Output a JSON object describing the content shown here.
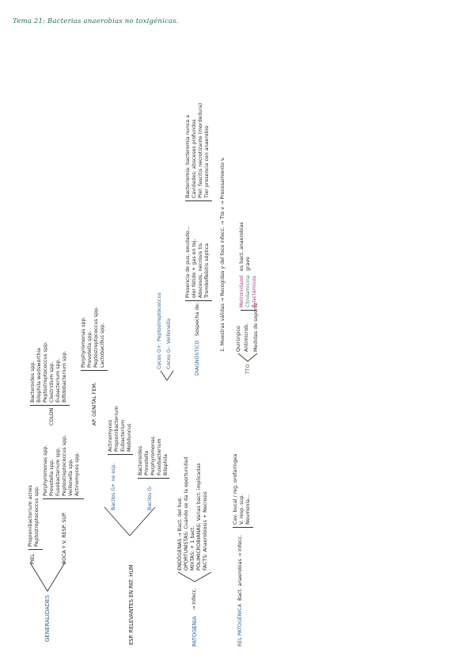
{
  "doc": {
    "title": "Tema 21: Bacterias anaerobias no toxigénicas.",
    "gen": {
      "label": "GENERALIDADES",
      "piel": "PIEL",
      "piel_items": [
        "Propionibacterium acnes",
        "Peptostreptococcus spp."
      ],
      "boca": "BOCA Y V. RESP. SUP.",
      "boca_items": [
        "Porphyromonas spp.",
        "Prevotella spp.",
        "Fusobacterium spp.",
        "Peptostreptococcus spp.",
        "Veillonella spp.",
        "Actinomyces spp."
      ],
      "colon": "COLON",
      "colon_items": [
        "Bacteroides spp.",
        "Bilophila wadsworthia",
        "Peptostreptococcus spp.",
        "Clostridium spp.",
        "Eubacterium spp.",
        "Bifidobacterium spp."
      ],
      "ap_genital": "AP. GENITAL FEM.",
      "ap_items": [
        "Porphyromonas spp.",
        "Prevotella spp.",
        "Peptostreptococcus spp.",
        "Lactobacillus spp."
      ]
    },
    "esp": {
      "label": "ESP. RELEVANTES EN PAT. HUM",
      "bacilos_pos": "Bacilos G+ no esp.",
      "bacilos_pos_items": [
        "Actinomyces",
        "Propionibacterium",
        "Eubacterium",
        "Mobiluncus"
      ],
      "bacilos_neg": "Bacilos G-",
      "bacilos_neg_items": [
        "Bacteroides",
        "Prevotella",
        "Porphyromonas",
        "Fusobacterium",
        "Bilophila"
      ],
      "cocos_pos": "Cocos G+: Peptostreptococcus",
      "cocos_neg": "Cocos G-: Veillonella"
    },
    "pat": {
      "label": "PATOGENIA",
      "arrow": "→ Infecc.",
      "items": [
        "ENDÓGENAS → Bact. del hué.",
        "OPORTUNISTAS: Cuando se da la oportunidad",
        "MIXTAS: + 1 bact.",
        "POLIMICROBIANAS: Varias bact. implicadas",
        "FACTS: Anaerobiosis + Necrosis"
      ],
      "diag_label": "DIAGNÓSTICO",
      "diag_text": "Sospecha de:",
      "diag_items": [
        "Presencia de pus, exudado...",
        "olor fétido + gas en tej.",
        "Abscesos, necrosis tis.",
        "Tromboflebitis séptica"
      ],
      "muestras": "1. Muestras válidas → Recogidas y del foco infecc. → Tto v → Procesamiento v.",
      "right_items": [
        "Bacteriemia: bacteremia nunca a",
        "Cavidades: abscesos profundos",
        "Piel: fascitis necrotizante (mordedura)",
        "Tier presencia con anaerobio"
      ]
    },
    "tto": {
      "label": "TTO",
      "items": [
        "Quirúrgico",
        "Antimicrob."
      ],
      "metro": "Metronidazol",
      "metro_note": "es bact. anaerobias",
      "clinda": "Clindamicina",
      "clinda_note": "grave",
      "blact": "β-lactámicos",
      "medidas": "Medidas de soporte"
    },
    "rel": {
      "label": "REL PATOGÉNICA",
      "text": "Bact. anaerobias → Infecc.",
      "items": [
        "Cav. bucal / reg. orofaríngea",
        "V. resp. sup.",
        "Neumonía..."
      ]
    }
  }
}
